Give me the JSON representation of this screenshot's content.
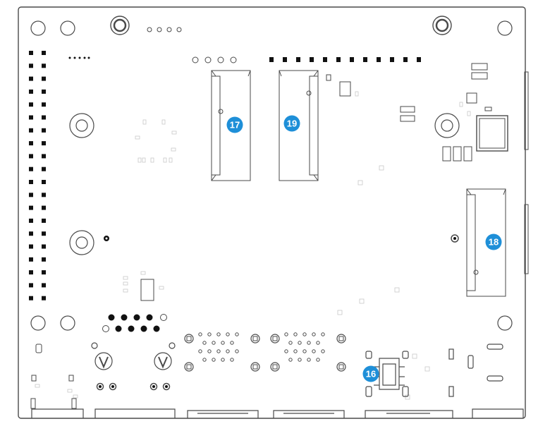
{
  "diagram": {
    "type": "pcb-board-bottom-view",
    "colors": {
      "outline": "#4a4a4a",
      "faint": "#c8c8c8",
      "pin": "#111111",
      "callout": "#1e8fd8",
      "callout_text": "#ffffff",
      "background": "#ffffff"
    },
    "callouts": [
      {
        "id": "callout-16",
        "label": "16"
      },
      {
        "id": "callout-17",
        "label": "17"
      },
      {
        "id": "callout-18",
        "label": "18"
      },
      {
        "id": "callout-19",
        "label": "19"
      }
    ],
    "icons": [
      "mounting-hole-icon",
      "header-pin-icon",
      "m2-slot-icon",
      "port-connector-icon"
    ]
  }
}
